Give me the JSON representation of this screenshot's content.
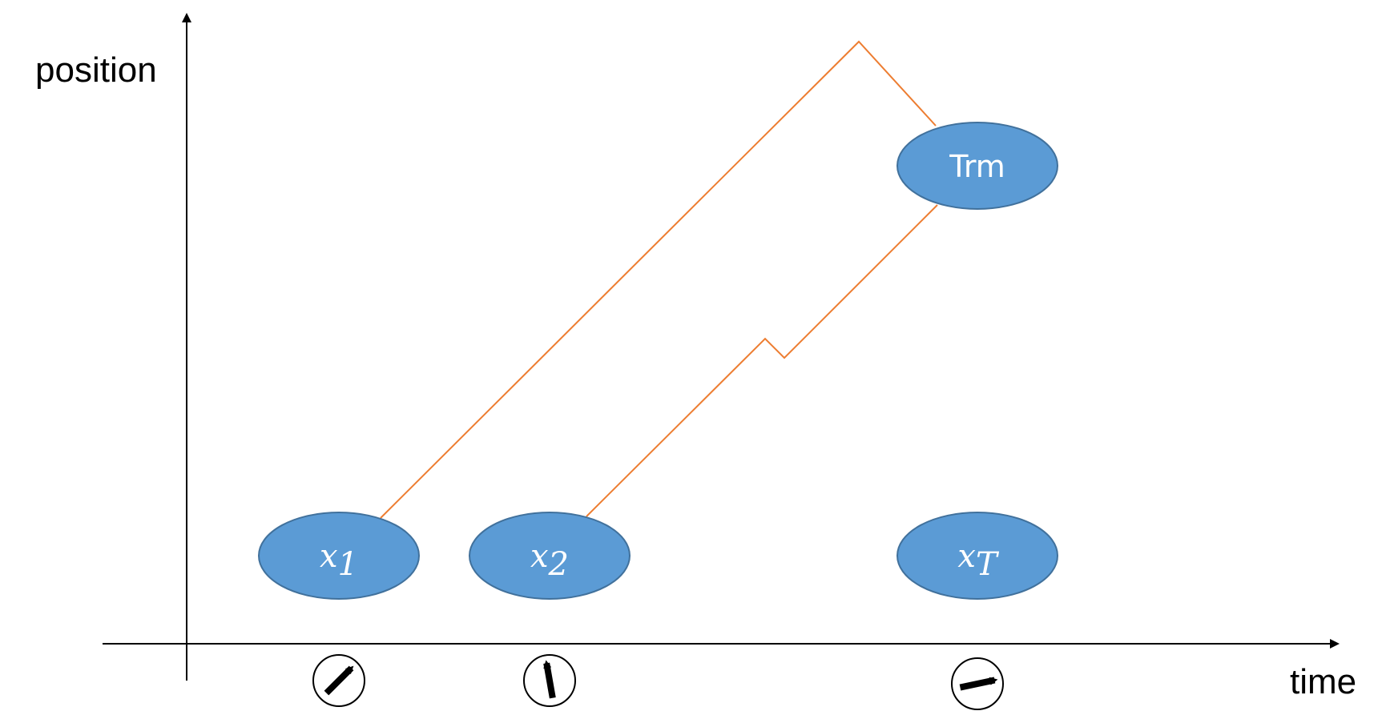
{
  "axes": {
    "y_label": "position",
    "x_label": "time"
  },
  "nodes": {
    "x1": {
      "label_base": "x",
      "label_sub": "1"
    },
    "x2": {
      "label_base": "x",
      "label_sub": "2"
    },
    "xT": {
      "label_base": "x",
      "label_sub": "T"
    },
    "trm": {
      "label": "Trm"
    }
  },
  "dials": [
    {
      "id": "dial-1",
      "angle_deg": 45
    },
    {
      "id": "dial-2",
      "angle_deg": 100
    },
    {
      "id": "dial-3",
      "angle_deg": 12
    }
  ],
  "colors": {
    "node_fill": "#5B9BD5",
    "node_stroke": "#41719C",
    "connector": "#ED7D31"
  }
}
